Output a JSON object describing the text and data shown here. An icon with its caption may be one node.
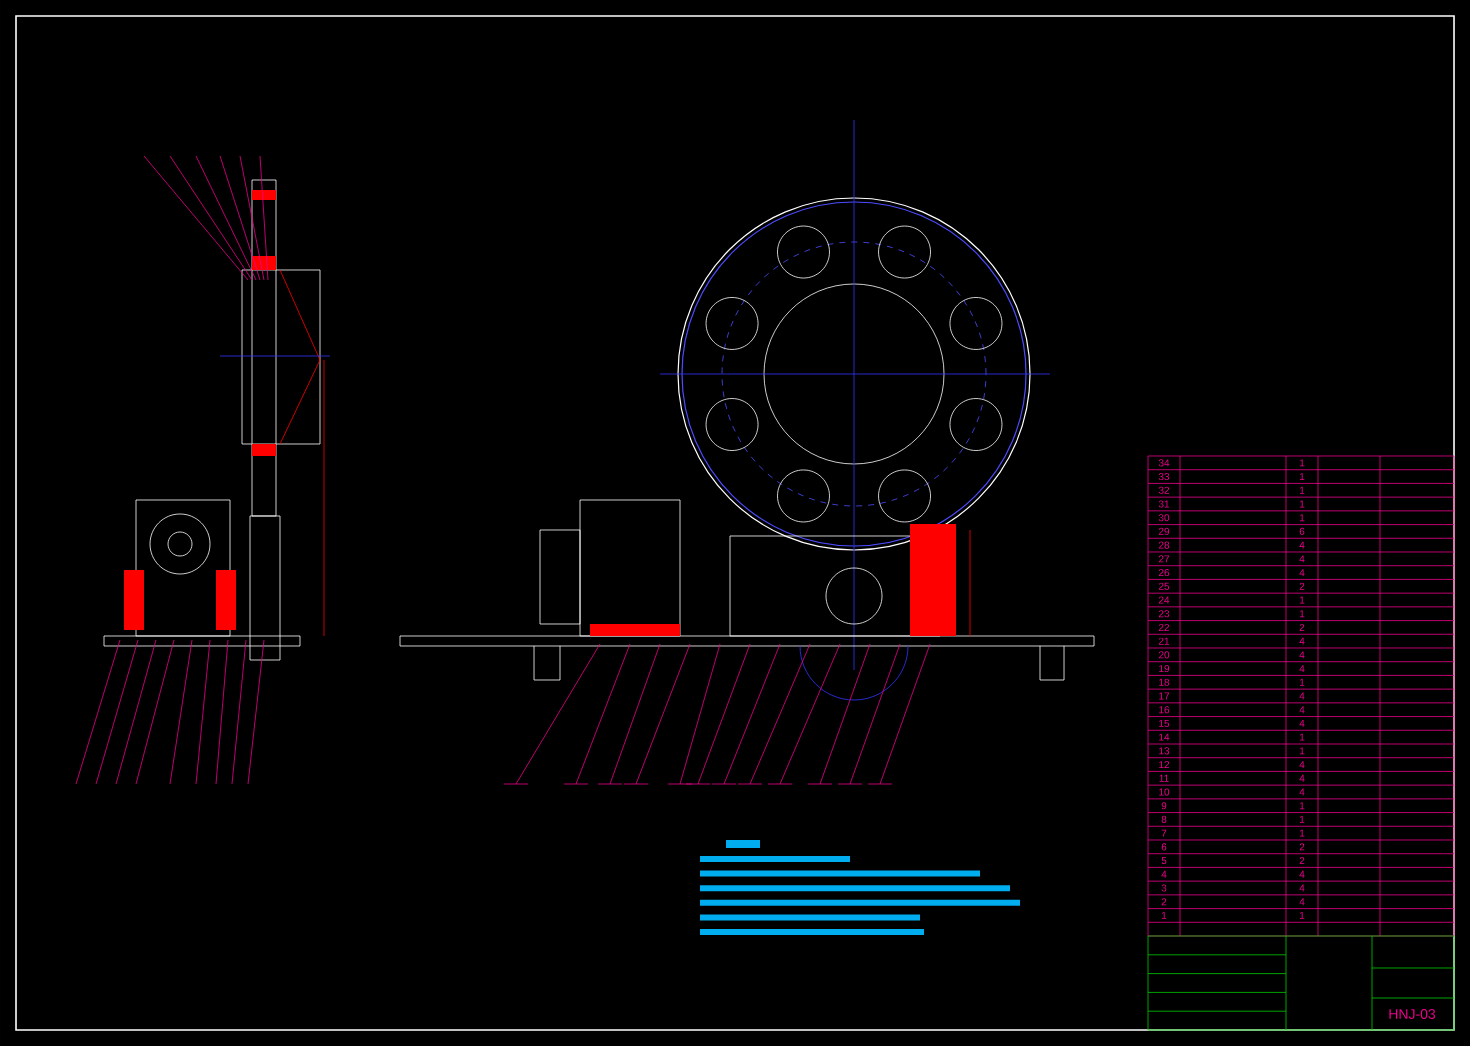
{
  "diagram": {
    "labels": [
      "34",
      "1",
      "33",
      "1",
      "32",
      "1",
      "31",
      "1",
      "30",
      "1",
      "29",
      "6",
      "28",
      "4",
      "27",
      "4",
      "26",
      "4",
      "25",
      "2",
      "24",
      "1",
      "23",
      "1",
      "22",
      "2",
      "21",
      "4",
      "20",
      "4",
      "19",
      "4",
      "18",
      "1",
      "17",
      "4",
      "16",
      "4",
      "15",
      "4",
      "14",
      "1",
      "13",
      "1",
      "12",
      "4",
      "11",
      "4",
      "10",
      "4",
      "9",
      "1",
      "8",
      "1",
      "7",
      "1",
      "6",
      "2",
      "5",
      "2",
      "4",
      "4",
      "3",
      "4",
      "2",
      "4",
      "1",
      "1",
      "HNJ-03"
    ]
  }
}
